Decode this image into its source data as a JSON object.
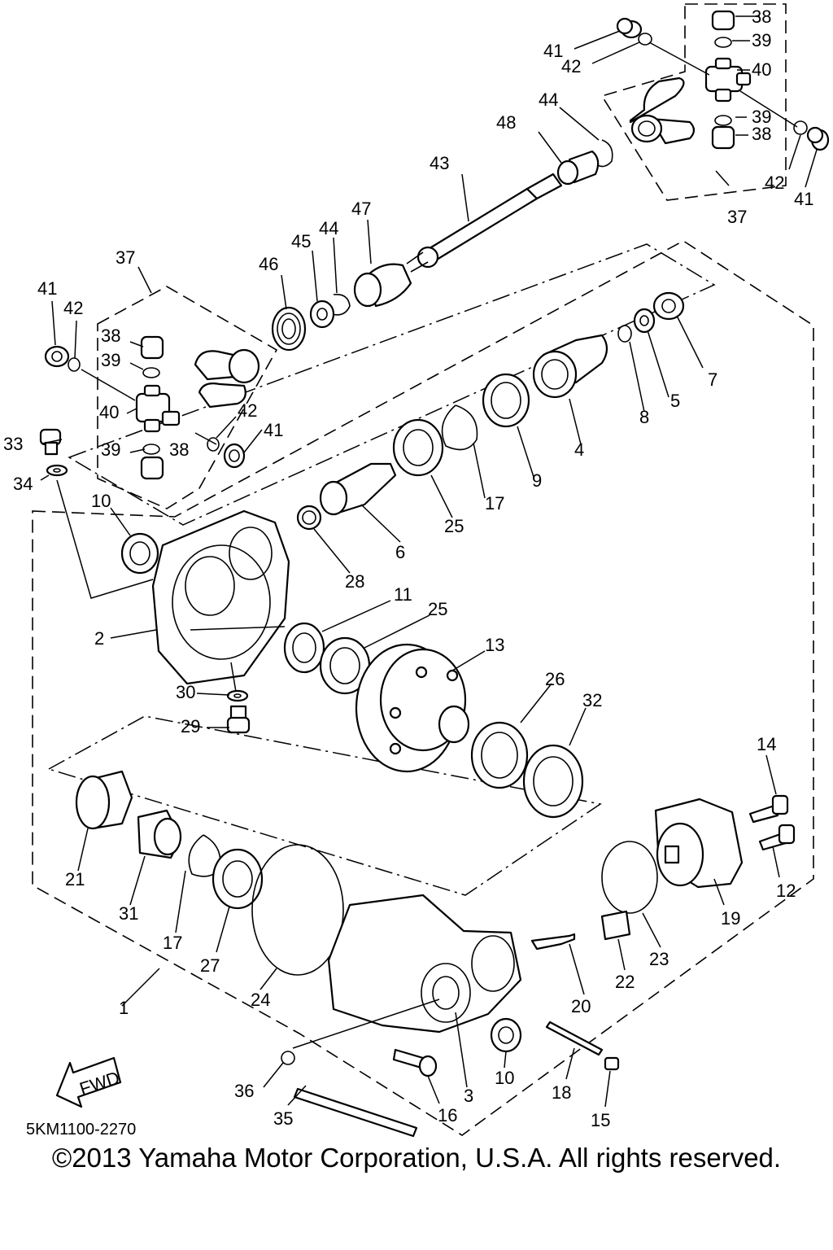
{
  "figure_code": "5KM1100-2270",
  "copyright": "©2013 Yamaha Motor Corporation, U.S.A. All rights reserved.",
  "fwd_label": "FWD",
  "callouts": [
    {
      "id": "c38a",
      "text": "38"
    },
    {
      "id": "c39a",
      "text": "39"
    },
    {
      "id": "c40a",
      "text": "40"
    },
    {
      "id": "c41a",
      "text": "41"
    },
    {
      "id": "c42a",
      "text": "42"
    },
    {
      "id": "c44a",
      "text": "44"
    },
    {
      "id": "c48",
      "text": "48"
    },
    {
      "id": "c39b",
      "text": "39"
    },
    {
      "id": "c38b",
      "text": "38"
    },
    {
      "id": "c42b",
      "text": "42"
    },
    {
      "id": "c41b",
      "text": "41"
    },
    {
      "id": "c37a",
      "text": "37"
    },
    {
      "id": "c43",
      "text": "43"
    },
    {
      "id": "c47",
      "text": "47"
    },
    {
      "id": "c44b",
      "text": "44"
    },
    {
      "id": "c45",
      "text": "45"
    },
    {
      "id": "c46",
      "text": "46"
    },
    {
      "id": "c37b",
      "text": "37"
    },
    {
      "id": "c41c",
      "text": "41"
    },
    {
      "id": "c42c",
      "text": "42"
    },
    {
      "id": "c38c",
      "text": "38"
    },
    {
      "id": "c39c",
      "text": "39"
    },
    {
      "id": "c40b",
      "text": "40"
    },
    {
      "id": "c42d",
      "text": "42"
    },
    {
      "id": "c41d",
      "text": "41"
    },
    {
      "id": "c39d",
      "text": "39"
    },
    {
      "id": "c38d",
      "text": "38"
    },
    {
      "id": "c33",
      "text": "33"
    },
    {
      "id": "c34",
      "text": "34"
    },
    {
      "id": "c7",
      "text": "7"
    },
    {
      "id": "c5",
      "text": "5"
    },
    {
      "id": "c8",
      "text": "8"
    },
    {
      "id": "c4",
      "text": "4"
    },
    {
      "id": "c9",
      "text": "9"
    },
    {
      "id": "c17a",
      "text": "17"
    },
    {
      "id": "c25a",
      "text": "25"
    },
    {
      "id": "c6",
      "text": "6"
    },
    {
      "id": "c28",
      "text": "28"
    },
    {
      "id": "c10a",
      "text": "10"
    },
    {
      "id": "c2",
      "text": "2"
    },
    {
      "id": "c11",
      "text": "11"
    },
    {
      "id": "c25b",
      "text": "25"
    },
    {
      "id": "c13",
      "text": "13"
    },
    {
      "id": "c26",
      "text": "26"
    },
    {
      "id": "c32",
      "text": "32"
    },
    {
      "id": "c30",
      "text": "30"
    },
    {
      "id": "c29",
      "text": "29"
    },
    {
      "id": "c14",
      "text": "14"
    },
    {
      "id": "c12",
      "text": "12"
    },
    {
      "id": "c19",
      "text": "19"
    },
    {
      "id": "c21",
      "text": "21"
    },
    {
      "id": "c31",
      "text": "31"
    },
    {
      "id": "c17b",
      "text": "17"
    },
    {
      "id": "c27",
      "text": "27"
    },
    {
      "id": "c24",
      "text": "24"
    },
    {
      "id": "c1",
      "text": "1"
    },
    {
      "id": "c23",
      "text": "23"
    },
    {
      "id": "c22",
      "text": "22"
    },
    {
      "id": "c20",
      "text": "20"
    },
    {
      "id": "c10b",
      "text": "10"
    },
    {
      "id": "c3",
      "text": "3"
    },
    {
      "id": "c18",
      "text": "18"
    },
    {
      "id": "c15",
      "text": "15"
    },
    {
      "id": "c16",
      "text": "16"
    },
    {
      "id": "c36",
      "text": "36"
    },
    {
      "id": "c35",
      "text": "35"
    }
  ]
}
